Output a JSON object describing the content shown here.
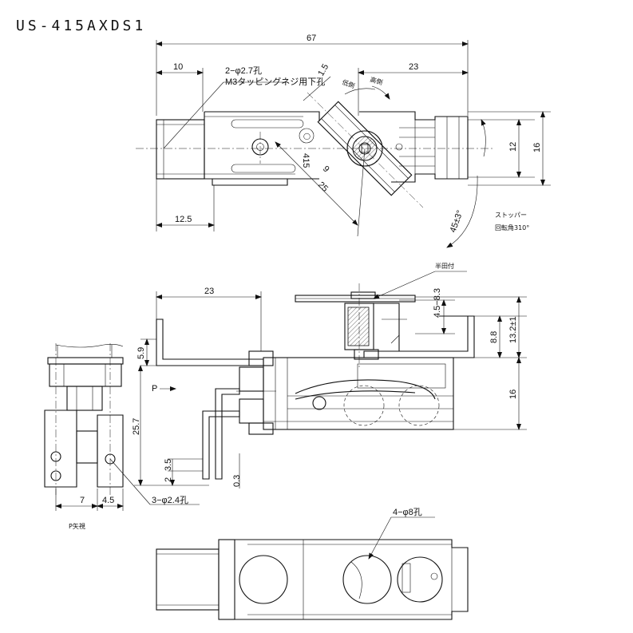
{
  "title": "US-415AXDS1",
  "top_view": {
    "dim_overall": "67",
    "dim_left": "10",
    "dim_right": "23",
    "dim_bottom_left": "12.5",
    "dim_12": "12",
    "dim_16": "16",
    "dim_1_5": "1.5",
    "dim_9": "9",
    "dim_25": "25",
    "angle": "45±3°",
    "hole_note_1": "2−φ2.7孔",
    "hole_note_2": "M3タッピングネジ用下孔",
    "low_side": "低側",
    "high_side": "高側",
    "stopper": "ストッパー",
    "rotation": "回転角310°",
    "part_marking": "415"
  },
  "front_view": {
    "dim_23": "23",
    "solder": "半田付",
    "dim_4_5_8_3": "4.5−8.3",
    "dim_13_2": "13.2±1",
    "dim_8_8": "8.8",
    "dim_16": "16",
    "dim_5_9": "5.9",
    "dim_25_7": "25.7",
    "dim_3_5": "3.5",
    "dim_2": "2",
    "dim_0_3": "0.3",
    "p_label": "P"
  },
  "side_view": {
    "dim_7": "7",
    "dim_4_5": "4.5",
    "hole_note": "3−φ2.4孔",
    "caption": "P矢視"
  },
  "bottom_view": {
    "hole_note": "4−φ8孔"
  }
}
